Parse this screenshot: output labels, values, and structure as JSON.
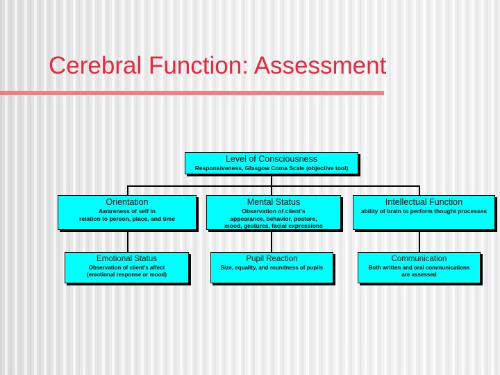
{
  "slide": {
    "title": "Cerebral Function: Assessment",
    "accent_color": "#e8283c",
    "rule_color": "#ee8080",
    "node_fill": "#00ffff",
    "node_border": "#000000",
    "background_color": "#f4f4f4"
  },
  "diagram": {
    "type": "hierarchy",
    "root": {
      "title": "Level of Consciousness",
      "desc": "Responsiveness, Glasgow Coma Scale (objective tool)"
    },
    "branches": [
      {
        "title": "Orientation",
        "desc": "Awareness of self in\nrelation to person, place, and time",
        "child": {
          "title": "Emotional Status",
          "desc": "Observation of client's affect\n(emotional response or mood)"
        }
      },
      {
        "title": "Mental Status",
        "desc": "Observation of client's\nappearance, behavior, posture,\nmood, gestures, facial expressions",
        "child": {
          "title": "Pupil Reaction",
          "desc": "Size, equality, and roundness of pupils"
        }
      },
      {
        "title": "Intellectual Function",
        "desc": "ability of brain to perform thought processes",
        "child": {
          "title": "Communication",
          "desc": "Both written and oral communications\nare assessed"
        }
      }
    ]
  }
}
